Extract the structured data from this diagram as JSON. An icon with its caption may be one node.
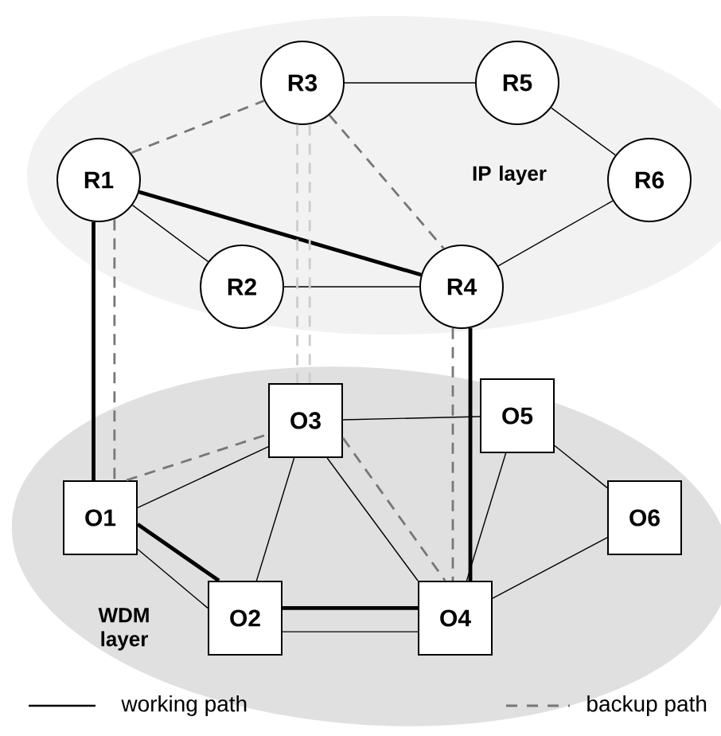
{
  "diagram": {
    "nodes": [
      {
        "text": [
          "IP layer"
        ]
      },
      {
        "text": [
          "R1"
        ],
        "in": 0
      },
      {
        "text": [
          "R2"
        ],
        "in": 0
      },
      {
        "text": [
          "R3"
        ],
        "in": 0
      },
      {
        "text": [
          "R4"
        ],
        "in": 0
      },
      {
        "text": [
          "R5"
        ],
        "in": 0
      },
      {
        "text": [
          "R6"
        ],
        "in": 0
      },
      {
        "text": [
          "WDM layer"
        ]
      },
      {
        "text": [
          "O1"
        ],
        "in": 7
      },
      {
        "text": [
          "O2"
        ],
        "in": 7
      },
      {
        "text": [
          "O3"
        ],
        "in": 7
      },
      {
        "text": [
          "O4"
        ],
        "in": 7
      },
      {
        "text": [
          "O5"
        ],
        "in": 7
      },
      {
        "text": [
          "O6"
        ],
        "in": 7
      }
    ],
    "edges": [
      {
        "from": 1,
        "to": 2,
        "arrow": "none"
      },
      {
        "from": 1,
        "to": 4,
        "arrow": "none",
        "style": "thick"
      },
      {
        "from": 2,
        "to": 4,
        "arrow": "none"
      },
      {
        "from": 3,
        "to": 5,
        "arrow": "none"
      },
      {
        "from": 5,
        "to": 6,
        "arrow": "none"
      },
      {
        "from": 6,
        "to": 4,
        "arrow": "none"
      },
      {
        "from": 1,
        "to": 3,
        "arrow": "none",
        "style": "dashed",
        "color": "#777777"
      },
      {
        "from": 3,
        "to": 4,
        "arrow": "none",
        "style": "dashed",
        "color": "#777777"
      },
      {
        "from": 8,
        "to": 10,
        "arrow": "none"
      },
      {
        "from": 8,
        "to": 9,
        "arrow": "none"
      },
      {
        "from": 10,
        "to": 9,
        "arrow": "none"
      },
      {
        "from": 10,
        "to": 12,
        "arrow": "none"
      },
      {
        "from": 10,
        "to": 11,
        "arrow": "none"
      },
      {
        "from": 12,
        "to": 11,
        "arrow": "none"
      },
      {
        "from": 12,
        "to": 13,
        "arrow": "none"
      },
      {
        "from": 13,
        "to": 11,
        "arrow": "none"
      },
      {
        "from": 9,
        "to": 11,
        "arrow": "none"
      },
      {
        "from": 1,
        "to": 8,
        "arrow": "none",
        "style": "thick"
      },
      {
        "from": 8,
        "to": 9,
        "arrow": "none",
        "style": "thick"
      },
      {
        "from": 9,
        "to": 11,
        "arrow": "none",
        "style": "thick"
      },
      {
        "from": 4,
        "to": 11,
        "arrow": "none",
        "style": "thick"
      },
      {
        "from": 1,
        "to": 8,
        "arrow": "none",
        "style": "dashed",
        "color": "#777777"
      },
      {
        "from": 8,
        "to": 10,
        "arrow": "none",
        "style": "dashed",
        "color": "#777777"
      },
      {
        "from": 10,
        "to": 11,
        "arrow": "none",
        "style": "dashed",
        "color": "#777777"
      },
      {
        "from": 4,
        "to": 11,
        "arrow": "none",
        "style": "dashed",
        "color": "#777777"
      },
      {
        "from": 3,
        "to": 10,
        "arrow": "none",
        "style": "dashed",
        "color": "#cccccc"
      },
      {
        "from": 3,
        "to": 10,
        "arrow": "none",
        "style": "dashed",
        "color": "#cccccc"
      }
    ],
    "legend": [
      {
        "text": "working path"
      },
      {
        "text": "backup path"
      }
    ]
  }
}
